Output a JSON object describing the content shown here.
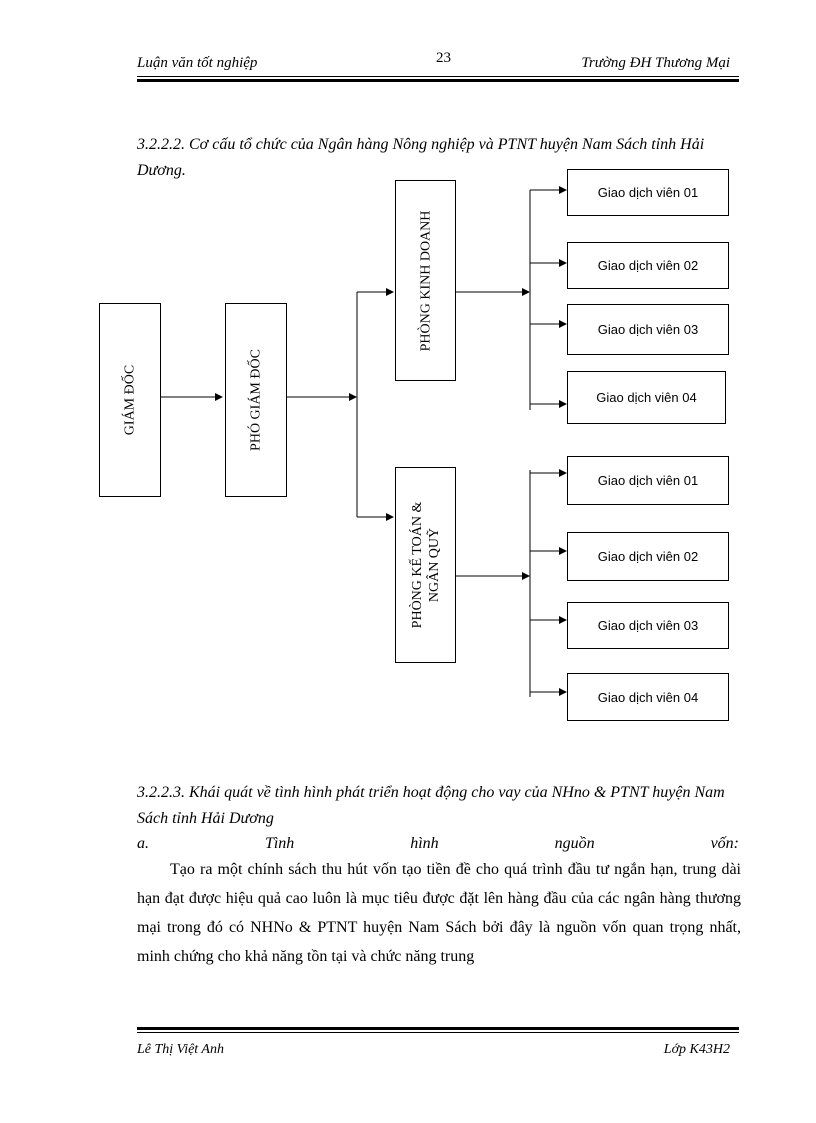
{
  "header": {
    "left": "Luận văn tốt nghiệp",
    "page_number": "23",
    "right": "Trường ĐH Thương Mại"
  },
  "section_3222": {
    "title": "3.2.2.2. Cơ cấu tổ chức của Ngân hàng Nông nghiệp và PTNT huyện Nam Sách tỉnh Hải Dương."
  },
  "org_chart": {
    "director": "GIÁM ĐỐC",
    "deputy_director": "PHÓ GIÁM ĐỐC",
    "business_dept": "PHÒNG KINH DOANH",
    "accounting_dept_line1": "PHÒNG KẾ TOÁN &",
    "accounting_dept_line2": "NGÂN QUỸ",
    "business_staff": [
      "Giao dịch viên 01",
      "Giao dịch viên 02",
      "Giao dịch viên 03",
      "Giao dịch viên 04"
    ],
    "accounting_staff": [
      "Giao dịch viên 01",
      "Giao dịch viên 02",
      "Giao dịch viên 03",
      "Giao dịch viên 04"
    ]
  },
  "section_3223": {
    "title": "3.2.2.3. Khái quát về tình hình phát triển hoạt động cho vay của NHno & PTNT huyện Nam Sách tỉnh Hải Dương",
    "subheading": "a. Tình hình nguồn vốn:",
    "paragraph": "Tạo ra một chính sách thu hút vốn tạo tiền đề cho quá trình đầu tư ngắn hạn, trung dài hạn đạt được hiệu quả cao luôn là mục tiêu được đặt lên hàng đầu của các ngân hàng thương mại trong đó có NHNo & PTNT huyện Nam Sách bởi đây là nguồn vốn quan trọng nhất, minh chứng cho khả năng tồn tại và chức năng trung"
  },
  "footer": {
    "left": "Lê Thị Việt Anh",
    "right": "Lớp K43H2"
  }
}
